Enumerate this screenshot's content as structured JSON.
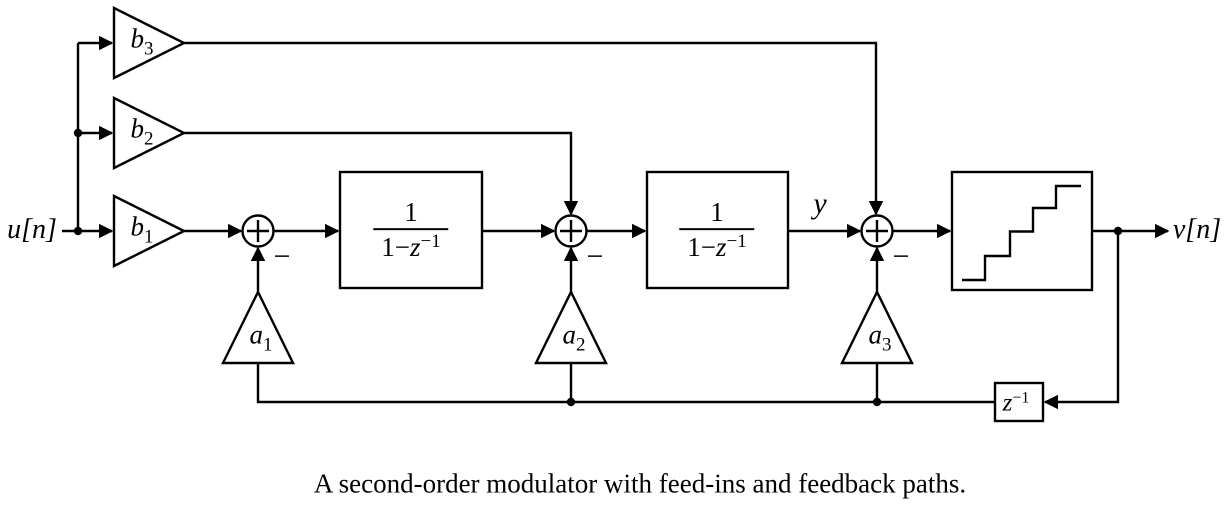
{
  "colors": {
    "ink": "#000000",
    "bg": "#ffffff"
  },
  "labels": {
    "input": "u[n]",
    "output": "v[n]",
    "integrator_output": "y",
    "minus": "−",
    "caption": "A second-order modulator with feed-ins and feedback paths."
  },
  "gains": {
    "b1": {
      "base": "b",
      "sub": "1"
    },
    "b2": {
      "base": "b",
      "sub": "2"
    },
    "b3": {
      "base": "b",
      "sub": "3"
    },
    "a1": {
      "base": "a",
      "sub": "1"
    },
    "a2": {
      "base": "a",
      "sub": "2"
    },
    "a3": {
      "base": "a",
      "sub": "3"
    }
  },
  "blocks": {
    "integrator": {
      "numerator": "1",
      "den_pre": "1−",
      "den_var": "z",
      "den_sup": "−1"
    },
    "delay": {
      "base": "z",
      "sup": "−1"
    }
  }
}
